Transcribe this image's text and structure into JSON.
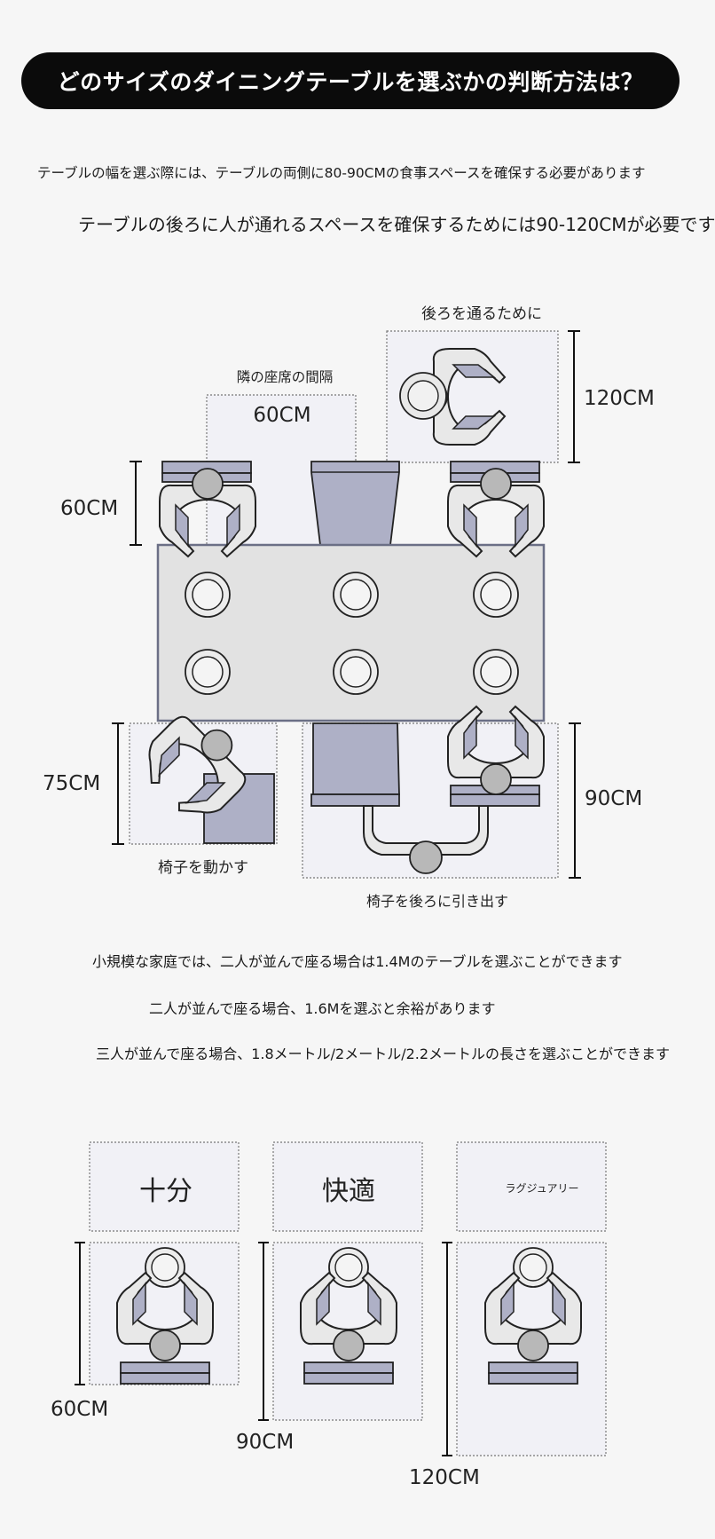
{
  "title": "どのサイズのダイニングテーブルを選ぶかの判断方法は？",
  "intro": {
    "line1": "テーブルの幅を選ぶ際には、テーブルの両側に80-90CMの食事スペースを確保する必要があります",
    "line2": "テーブルの後ろに人が通れるスペースを確保するためには90-120CMが必要です"
  },
  "diagram": {
    "pass_behind_label": "後ろを通るために",
    "dim_120": "120CM",
    "seat_gap_label": "隣の座席の間隔",
    "dim_gap_60": "60CM",
    "dim_left_60": "60CM",
    "dim_75": "75CM",
    "move_chair_label": "椅子を動かす",
    "dim_90": "90CM",
    "pull_chair_label": "椅子を後ろに引き出す"
  },
  "notes": {
    "line1": "小規模な家庭では、二人が並んで座る場合は1.4Mのテーブルを選ぶことができます",
    "line2": "二人が並んで座る場合、1.6Mを選ぶと余裕があります",
    "line3": "三人が並んで座る場合、1.8メートル/2メートル/2.2メートルの長さを選ぶことができます"
  },
  "comparison": [
    {
      "label": "十分",
      "dim": "60CM"
    },
    {
      "label": "快適",
      "dim": "90CM"
    },
    {
      "label": "ラグジュアリー",
      "dim": "120CM"
    }
  ],
  "colors": {
    "title_bg": "#0b0b0b",
    "chair": "#aeb0c6",
    "table": "#e2e2e2",
    "person": "#b8b8b8",
    "zone": "#f1f1f6"
  }
}
